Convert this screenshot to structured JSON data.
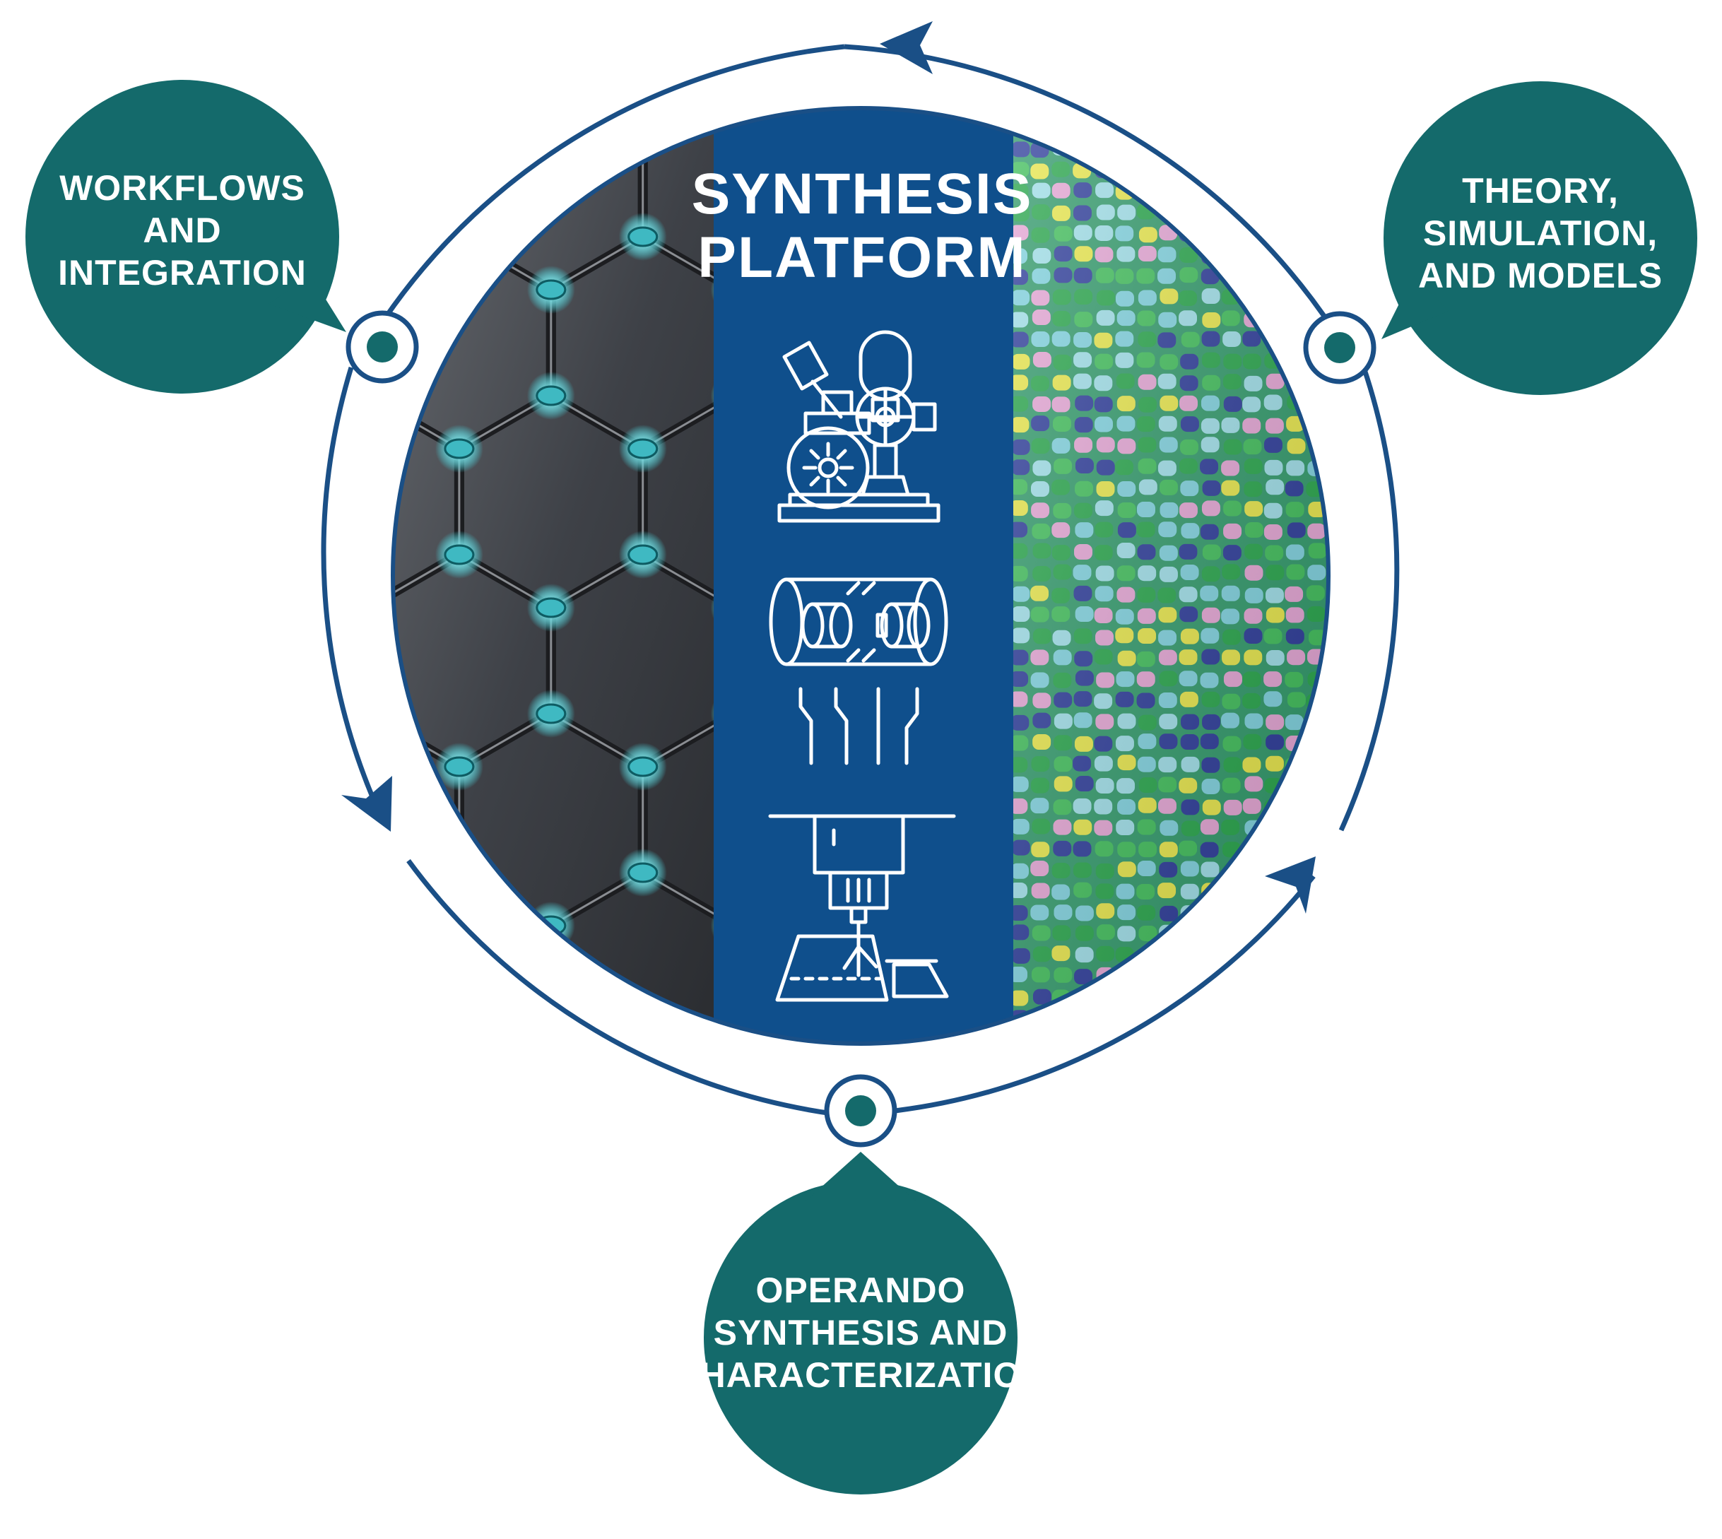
{
  "center": {
    "title_line1": "SYNTHESIS",
    "title_line2": "PLATFORM"
  },
  "nodes": {
    "workflows": {
      "line1": "WORKFLOWS",
      "line2": "AND",
      "line3": "INTEGRATION"
    },
    "theory": {
      "line1": "THEORY,",
      "line2": "SIMULATION,",
      "line3": "AND MODELS"
    },
    "operando": {
      "line1": "OPERANDO",
      "line2": "SYNTHESIS AND",
      "line3": "CHARACTERIZATION"
    }
  },
  "icons": [
    "microscope-apparatus-icon",
    "reactor-cylinder-icon",
    "laser-deposition-icon"
  ],
  "colors": {
    "ring": "#1a4f86",
    "bubble": "#146a6b",
    "center_panel": "#0f4f8c",
    "graphene": "#3c3f45",
    "atom": "#3fb9c2"
  }
}
